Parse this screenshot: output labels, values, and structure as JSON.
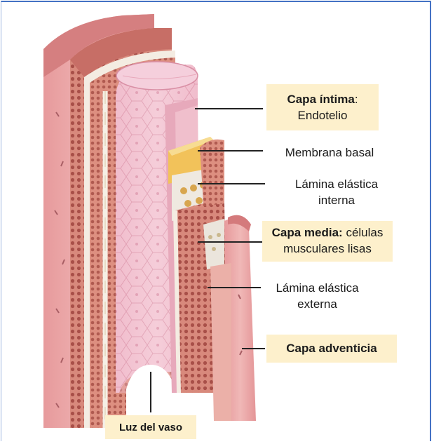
{
  "labels": {
    "intima_title": "Capa íntima",
    "intima_colon": ":",
    "intima_sub": "Endotelio",
    "membrana_basal": "Membrana basal",
    "lamina_interna_1": "Lámina elástica",
    "lamina_interna_2": "interna",
    "media_title": "Capa media:",
    "media_sub_1": " células",
    "media_sub_2": "musculares lisas",
    "lamina_externa_1": "Lámina elástica",
    "lamina_externa_2": "externa",
    "adventicia": "Capa adventicia",
    "luz": "Luz del vaso"
  },
  "colors": {
    "frame": "#4472c4",
    "label_box": "#fdf0cc",
    "adventitia": "#e9a4a4",
    "media": "#cf8377",
    "intima": "#f3c4d4",
    "elastic_lamina": "#f5f0e6",
    "basement_membrane": "#f2c25a"
  }
}
